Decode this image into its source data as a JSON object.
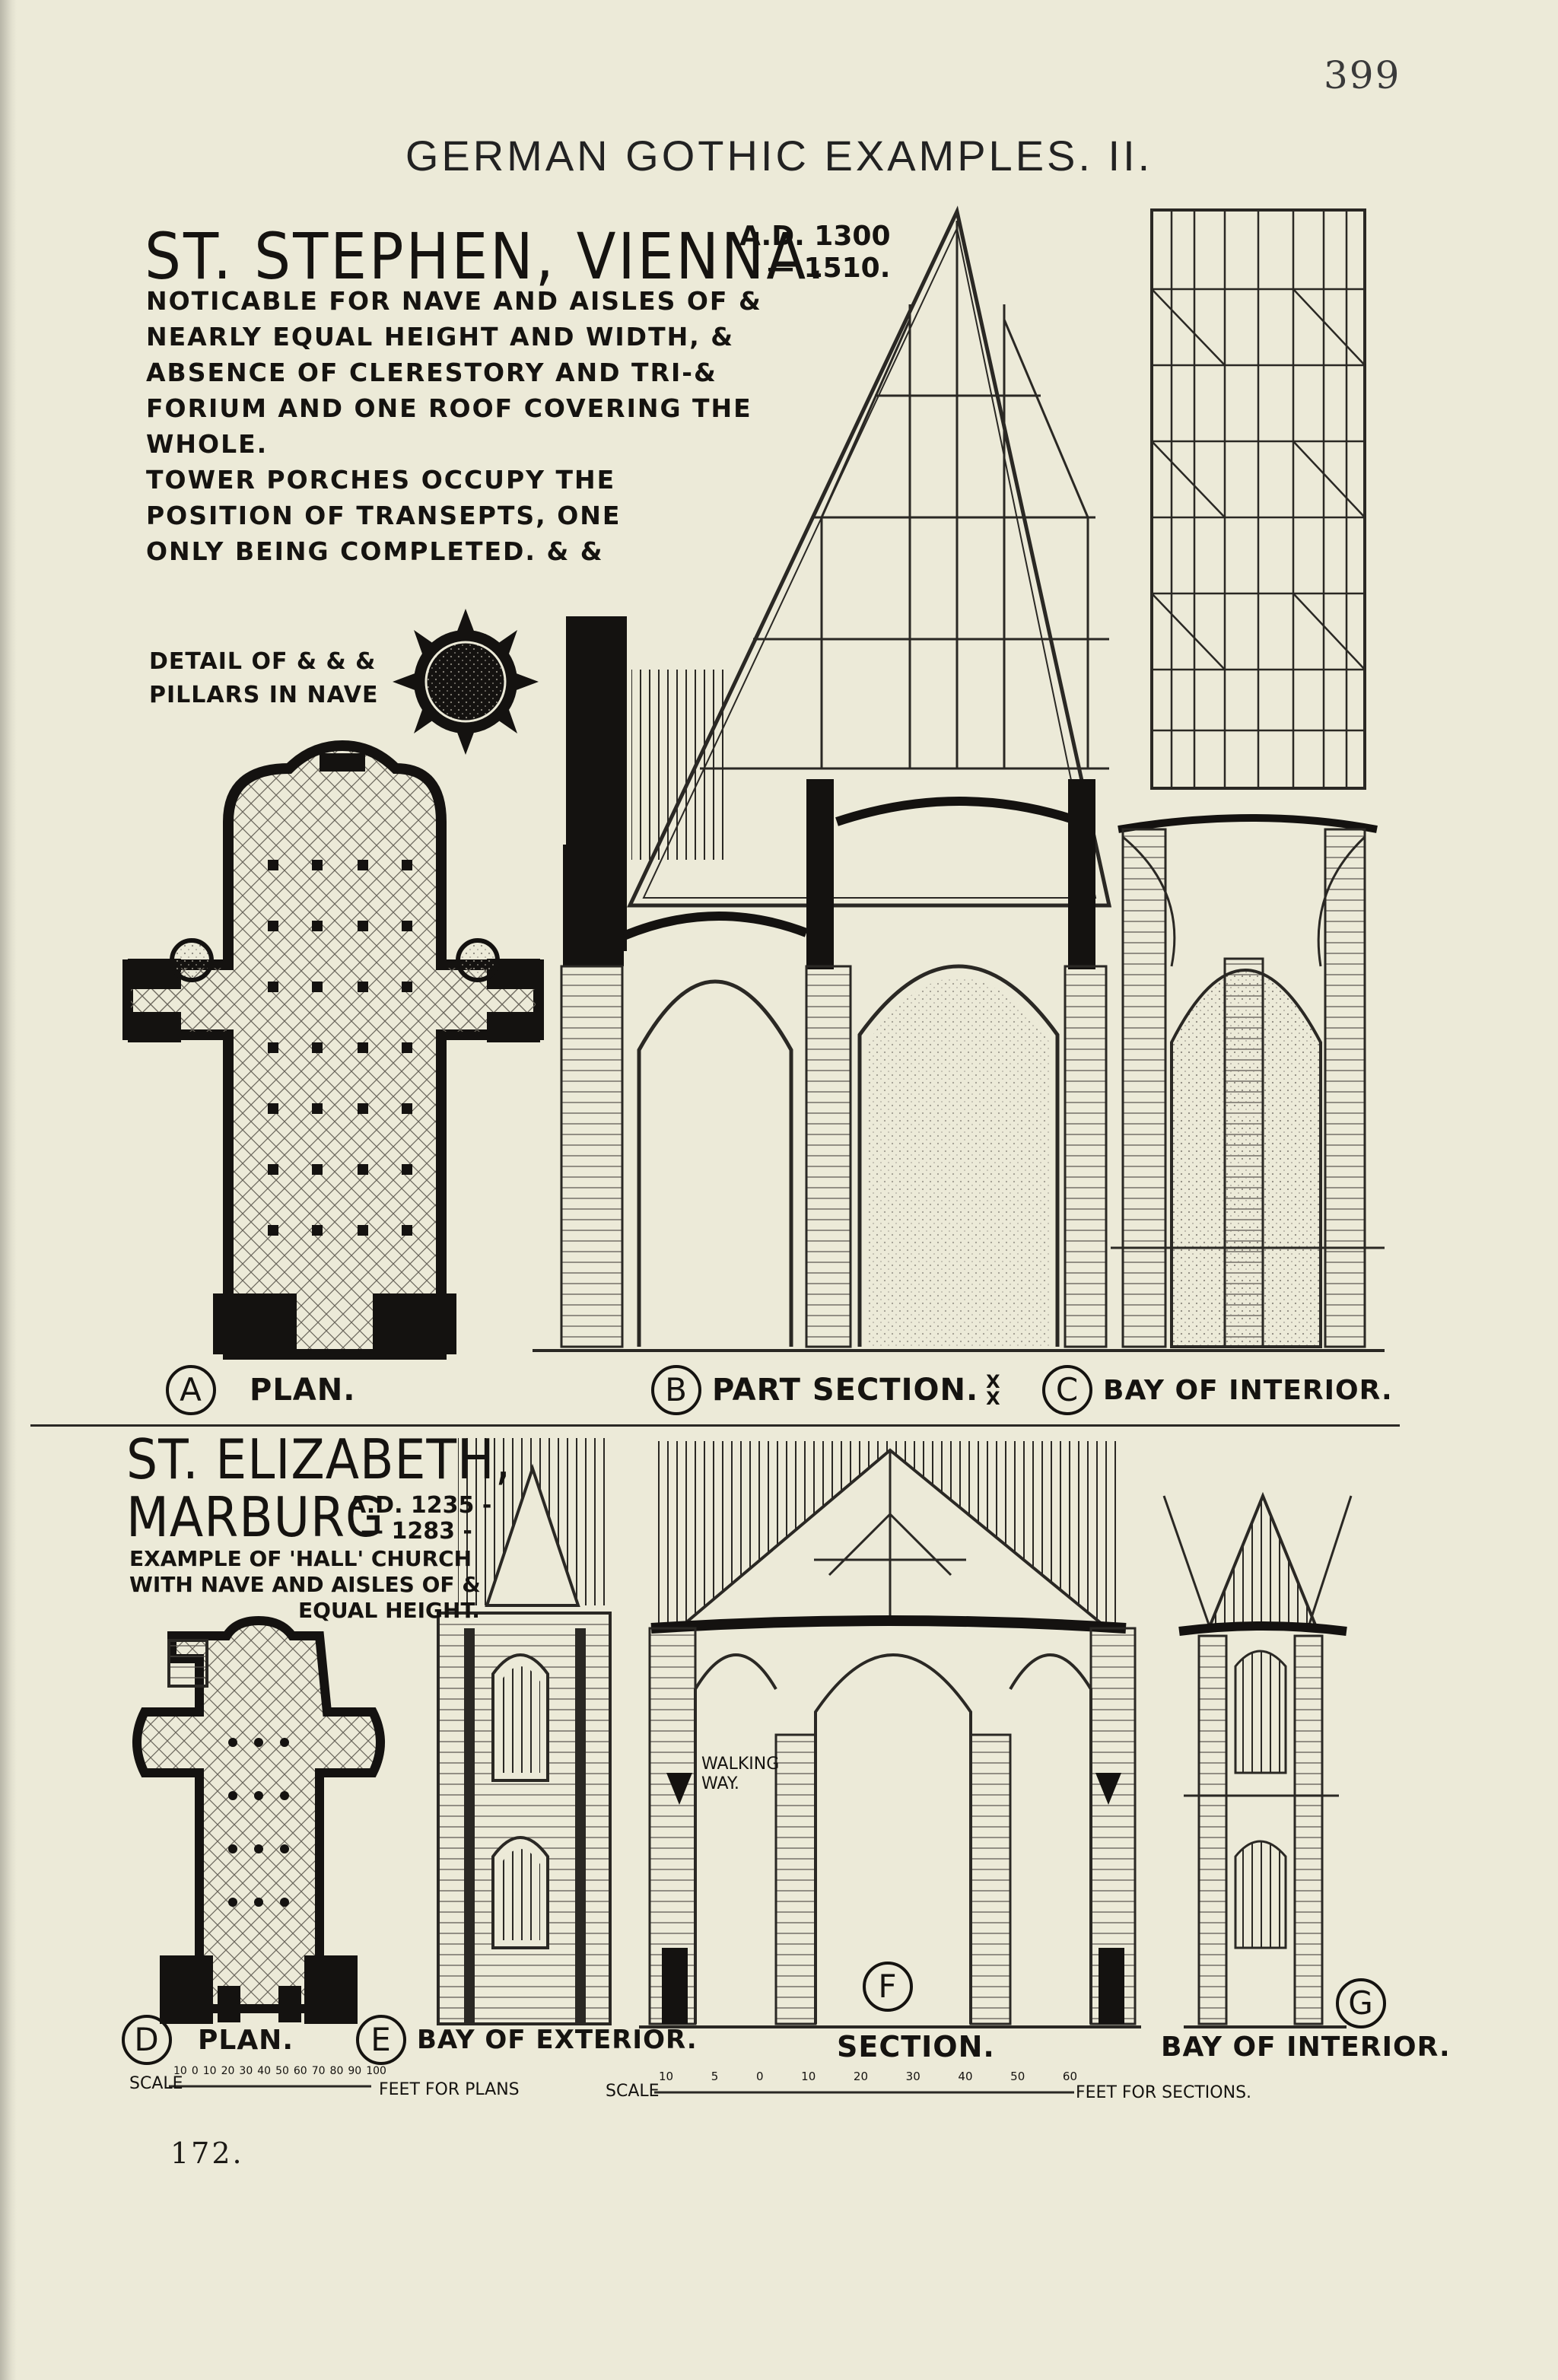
{
  "page": {
    "handwritten_number": "399",
    "plate_title": "GERMAN GOTHIC EXAMPLES. II.",
    "page_number": "172."
  },
  "st_stephen": {
    "title": "ST. STEPHEN, VIENNA.",
    "date_line1": "A.D. 1300",
    "date_line2": "— 1510.",
    "notes": [
      "NOTICABLE FOR NAVE AND AISLES OF &",
      "NEARLY EQUAL HEIGHT AND WIDTH, &",
      "ABSENCE OF CLERESTORY AND TRI-&",
      "FORIUM AND ONE ROOF COVERING THE",
      "WHOLE.",
      "TOWER PORCHES OCCUPY THE",
      "POSITION OF TRANSEPTS, ONE",
      "ONLY BEING COMPLETED. & &"
    ],
    "pillar_caption_1": "DETAIL OF & & &",
    "pillar_caption_2": "PILLARS IN NAVE",
    "labels": {
      "a_letter": "A",
      "a_text": "PLAN.",
      "b_letter": "B",
      "b_text": "PART SECTION.",
      "xx": "X X",
      "c_letter": "C",
      "c_text": "BAY OF INTERIOR."
    }
  },
  "st_elizabeth": {
    "title_line1": "ST. ELIZABETH,",
    "title_line2": "MARBURG",
    "date_line1": "A.D. 1235 -",
    "date_line2": "— 1283 -",
    "notes": [
      "EXAMPLE OF 'HALL' CHURCH",
      "WITH NAVE AND AISLES OF &",
      "EQUAL HEIGHT."
    ],
    "walking_way_1": "WALKING",
    "walking_way_2": "WAY.",
    "labels": {
      "d_letter": "D",
      "d_text": "PLAN.",
      "e_letter": "E",
      "e_text": "BAY OF EXTERIOR.",
      "f_letter": "F",
      "f_text": "SECTION.",
      "g_letter": "G",
      "g_text": "BAY OF INTERIOR."
    },
    "scale_plans": {
      "prefix": "SCALE",
      "ticks": [
        "10",
        "0",
        "10",
        "20",
        "30",
        "40",
        "50",
        "60",
        "70",
        "80",
        "90",
        "100"
      ],
      "suffix": "FEET FOR PLANS"
    },
    "scale_sections": {
      "prefix": "SCALE",
      "ticks": [
        "10",
        "5",
        "0",
        "10",
        "20",
        "30",
        "40",
        "50",
        "60"
      ],
      "suffix": "FEET FOR SECTIONS."
    }
  }
}
